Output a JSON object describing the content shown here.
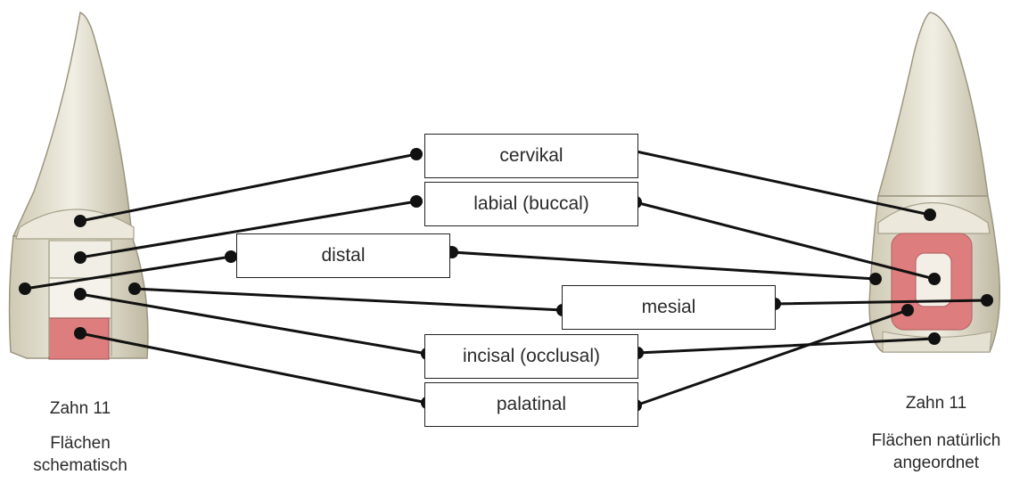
{
  "terms": {
    "cervical": "cervikal",
    "labial": "labial (buccal)",
    "distal": "distal",
    "mesial": "mesial",
    "incisal": "incisal (occlusal)",
    "palatinal": "palatinal"
  },
  "left_caption": {
    "title": "Zahn 11",
    "line1": "Flächen",
    "line2": "schematisch"
  },
  "right_caption": {
    "title": "Zahn 11",
    "line1": "Flächen natürlich",
    "line2": "angeordnet"
  },
  "colors": {
    "tooth_enamel": "#e8e5d6",
    "tooth_shadow": "#b9b39c",
    "highlight_surface": "#de7d7d",
    "connector": "#111111"
  }
}
